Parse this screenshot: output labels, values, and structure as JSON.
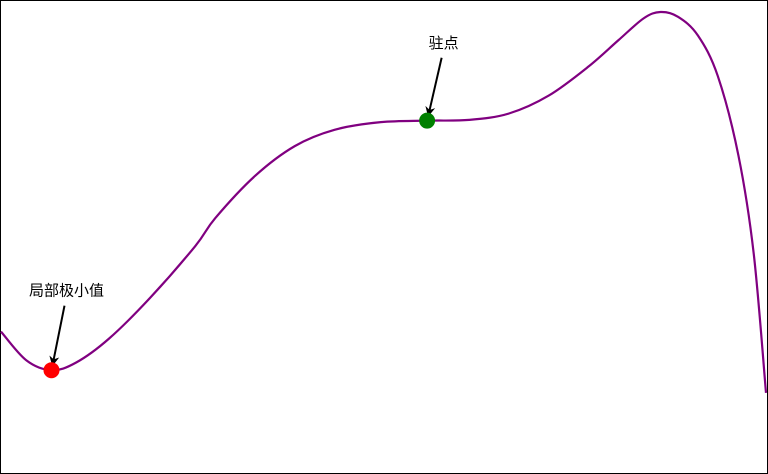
{
  "chart_data": {
    "type": "line",
    "title": "",
    "xlabel": "",
    "ylabel": "",
    "grid": false,
    "series": [
      {
        "color": "#800080",
        "points": [
          {
            "x": 0.0,
            "y": 0.197
          },
          {
            "x": 0.033,
            "y": 0.125
          },
          {
            "x": 0.066,
            "y": 0.1
          },
          {
            "x": 0.098,
            "y": 0.119
          },
          {
            "x": 0.141,
            "y": 0.179
          },
          {
            "x": 0.195,
            "y": 0.282
          },
          {
            "x": 0.254,
            "y": 0.412
          },
          {
            "x": 0.28,
            "y": 0.482
          },
          {
            "x": 0.332,
            "y": 0.588
          },
          {
            "x": 0.384,
            "y": 0.663
          },
          {
            "x": 0.436,
            "y": 0.704
          },
          {
            "x": 0.495,
            "y": 0.723
          },
          {
            "x": 0.557,
            "y": 0.727
          },
          {
            "x": 0.612,
            "y": 0.729
          },
          {
            "x": 0.664,
            "y": 0.745
          },
          {
            "x": 0.716,
            "y": 0.79
          },
          {
            "x": 0.768,
            "y": 0.863
          },
          {
            "x": 0.807,
            "y": 0.929
          },
          {
            "x": 0.84,
            "y": 0.984
          },
          {
            "x": 0.862,
            "y": 1.0
          },
          {
            "x": 0.885,
            "y": 0.988
          },
          {
            "x": 0.911,
            "y": 0.941
          },
          {
            "x": 0.937,
            "y": 0.839
          },
          {
            "x": 0.964,
            "y": 0.639
          },
          {
            "x": 0.984,
            "y": 0.392
          },
          {
            "x": 1.0,
            "y": 0.043
          }
        ]
      }
    ],
    "markers": [
      {
        "x": 0.066,
        "y": 0.1,
        "color": "#ff0000"
      },
      {
        "x": 0.557,
        "y": 0.727,
        "color": "#008000"
      }
    ],
    "annotations": [
      {
        "text": "局部极小值",
        "target_x": 0.066,
        "target_y": 0.1,
        "text_x": 0.083,
        "text_y": 0.257
      },
      {
        "text": "驻点",
        "target_x": 0.557,
        "target_y": 0.727,
        "text_x": 0.576,
        "text_y": 0.88
      }
    ],
    "xlim": [
      0,
      1
    ],
    "ylim": [
      0,
      1
    ]
  }
}
